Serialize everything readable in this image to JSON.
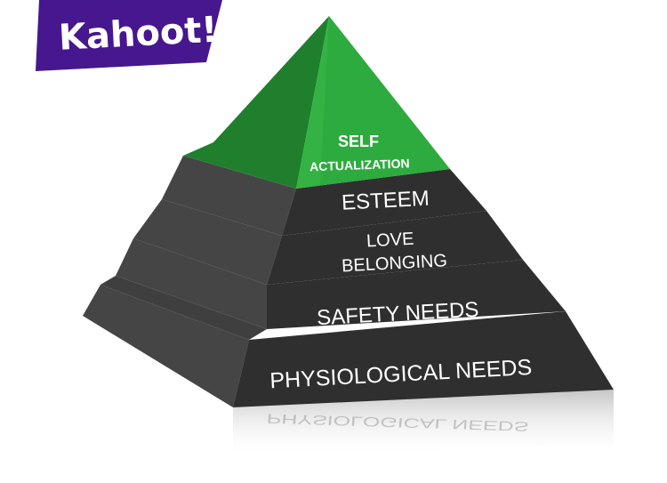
{
  "logo": {
    "text": "Kahoot!"
  },
  "colors": {
    "logo_bg": "#46178f",
    "top_front": "#2aa83a",
    "top_side": "#1e7a2a",
    "tier_front": "#2f2f2f",
    "tier_side": "#454545",
    "tier_side_dark": "#3a3a3a",
    "label": "#ffffff"
  },
  "pyramid": {
    "levels": [
      {
        "id": "self-actualization",
        "line1": "SELF",
        "line2": "ACTUALIZATION"
      },
      {
        "id": "esteem",
        "line1": "ESTEEM"
      },
      {
        "id": "love-belonging",
        "line1": "LOVE",
        "line2": "BELONGING"
      },
      {
        "id": "safety-needs",
        "line1": "SAFETY NEEDS"
      },
      {
        "id": "physiological-needs",
        "line1": "PHYSIOLOGICAL NEEDS"
      }
    ],
    "reflection_text": "PHYSIOLOGICAL NEEDS"
  }
}
